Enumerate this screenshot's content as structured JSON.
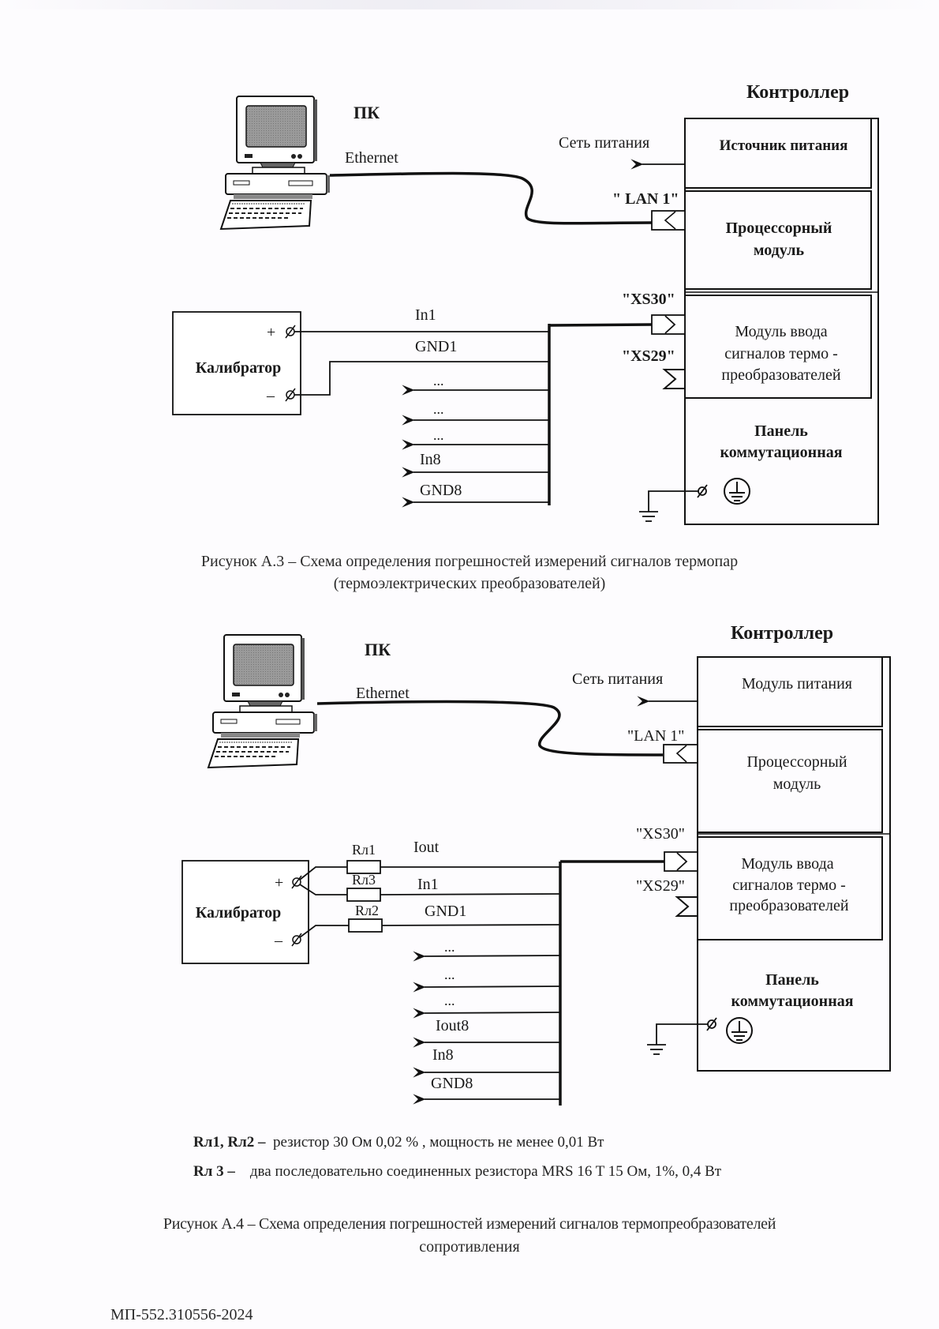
{
  "figure_a3": {
    "pc_label": "ПК",
    "ethernet_label": "Ethernet",
    "controller_title": "Контроллер",
    "mains_label": "Сеть питания",
    "modules": {
      "power": "Источник питания",
      "cpu_line1": "Процессорный",
      "cpu_line2": "модуль",
      "input_line1": "Модуль ввода",
      "input_line2": "сигналов термо -",
      "input_line3": "преобразователей",
      "panel_line1": "Панель",
      "panel_line2": "коммутационная"
    },
    "connectors": {
      "lan": "\" LAN 1\"",
      "xs30": "\"XS30\"",
      "xs29": "\"XS29\""
    },
    "calibrator": {
      "label": "Калибратор",
      "plus": "+",
      "minus": "–"
    },
    "signals": [
      "In1",
      "GND1",
      "...",
      "...",
      "...",
      "In8",
      "GND8"
    ],
    "caption_line1": "Рисунок А.3 – Схема определения погрешностей измерений сигналов термопар",
    "caption_line2": "(термоэлектрических преобразователей)"
  },
  "figure_a4": {
    "pc_label": "ПК",
    "ethernet_label": "Ethernet",
    "controller_title": "Контроллер",
    "mains_label": "Сеть питания",
    "modules": {
      "power": "Модуль питания",
      "cpu_line1": "Процессорный",
      "cpu_line2": "модуль",
      "input_line1": "Модуль ввода",
      "input_line2": "сигналов термо -",
      "input_line3": "преобразователей",
      "panel_line1": "Панель",
      "panel_line2": "коммутационная"
    },
    "connectors": {
      "lan": "\"LAN 1\"",
      "xs30": "\"XS30\"",
      "xs29": "\"XS29\""
    },
    "calibrator": {
      "label": "Калибратор",
      "plus": "+",
      "minus": "–"
    },
    "resistors": [
      "Rл1",
      "Rл3",
      "Rл2"
    ],
    "signals": [
      "Iout",
      "In1",
      "GND1",
      "...",
      "...",
      "...",
      "Iout8",
      "In8",
      "GND8"
    ],
    "caption_line1": "Рисунок А.4 – Схема определения погрешностей измерений сигналов термопреобразователей",
    "caption_line2": "сопротивления"
  },
  "legend": [
    {
      "key": "Rл1, Rл2 –",
      "text": "резистор 30 Ом 0,02 % , мощность не менее 0,01 Вт"
    },
    {
      "key": "Rл 3 –",
      "text": "два последовательно соединенных резистора  MRS 16 T 15 Ом, 1%, 0,4 Вт"
    }
  ],
  "document_number": "МП-552.310556-2024"
}
